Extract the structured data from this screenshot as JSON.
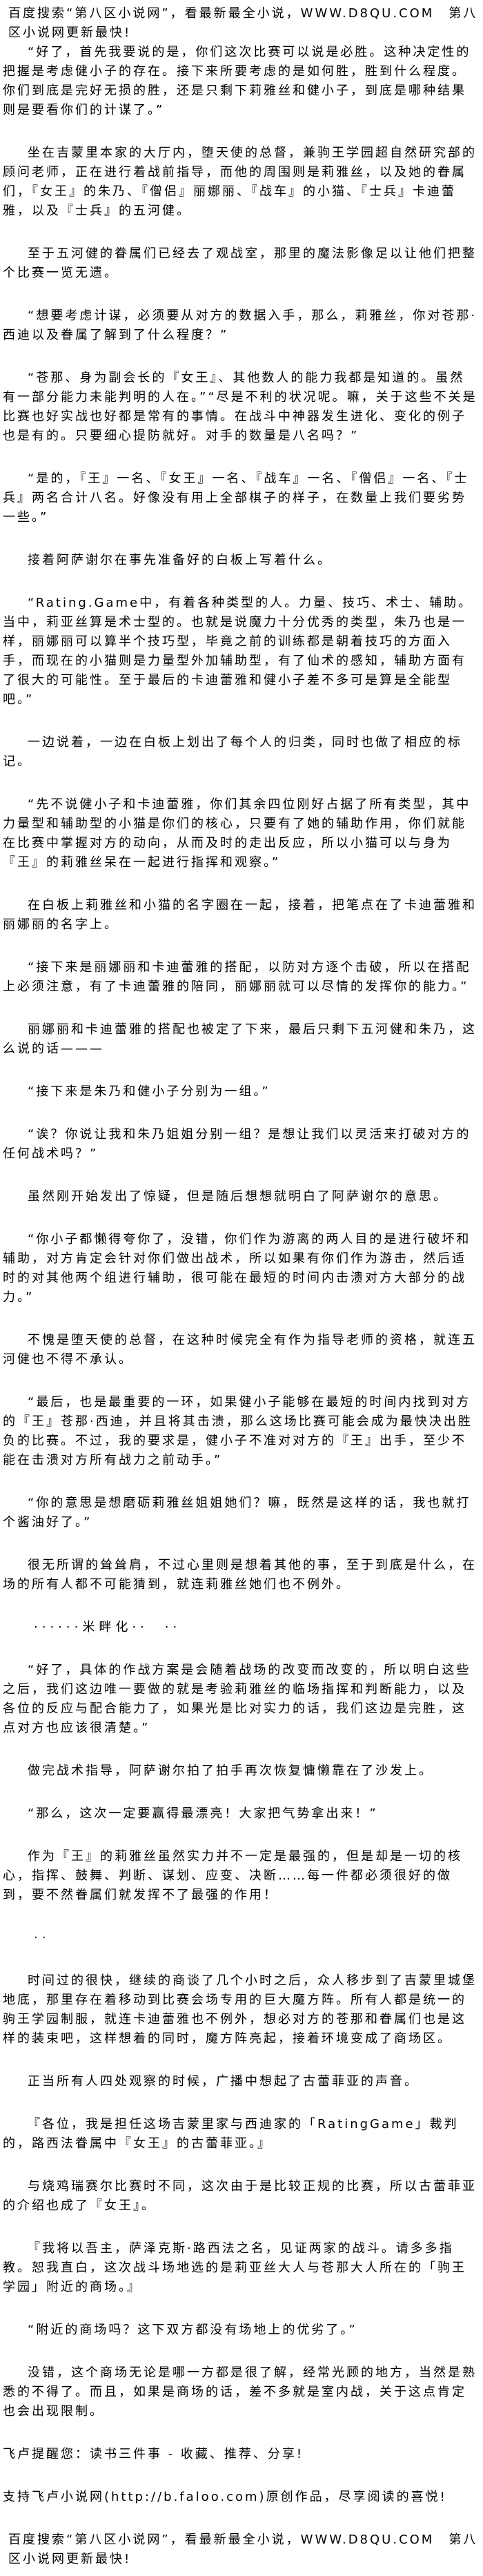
{
  "header_banner": "百度搜索“第八区小说网”，看最新最全小说，WWW.D8QU.COM　第八区小说网更新最快!",
  "paragraphs": [
    "“好了，首先我要说的是，你们这次比赛可以说是必胜。这种决定性的把握是考虑健小子的存在。接下来所要考虑的是如何胜，胜到什么程度。你们到底是完好无损的胜，还是只剩下莉雅丝和健小子，到底是哪种结果则是要看你们的计谋了。”",
    "坐在吉蒙里本家的大厅内，堕天使的总督，兼驹王学园超自然研究部的顾问老师，正在进行着战前指导，而他的周围则是莉雅丝，以及她的眷属们，『女王』的朱乃、『僧侣』丽娜丽、『战车』的小猫、『士兵』卡迪蕾雅，以及『士兵』的五河健。",
    "至于五河健的眷属们已经去了观战室，那里的魔法影像足以让他们把整个比赛一览无遗。",
    "“想要考虑计谋，必须要从对方的数据入手，那么，莉雅丝，你对苍那·西迪以及眷属了解到了什么程度？”",
    "“苍那、身为副会长的『女王』、其他数人的能力我都是知道的。虽然有一部分能力未能判明的人在。”“尽是不利的状况呢。嘛，关于这些不关是比赛也好实战也好都是常有的事情。在战斗中神器发生进化、变化的例子也是有的。只要细心提防就好。对手的数量是八名吗？”",
    "“是的，『王』一名、『女王』一名、『战车』一名、『僧侣』一名、『士兵』两名合计八名。好像没有用上全部棋子的样子，在数量上我们要劣势一些。”",
    "接着阿萨谢尔在事先准备好的白板上写着什么。",
    "“Rating.Game中，有着各种类型的人。力量、技巧、术士、辅助。当中，莉亚丝算是术士型的。也就是说魔力十分优秀的类型，朱乃也是一样，丽娜丽可以算半个技巧型，毕竟之前的训练都是朝着技巧的方面入手，而现在的小猫则是力量型外加辅助型，有了仙术的感知，辅助方面有了很大的可能性。至于最后的卡迪蕾雅和健小子差不多可是算是全能型吧。”",
    "一边说着，一边在白板上划出了每个人的归类，同时也做了相应的标记。",
    "“先不说健小子和卡迪蕾雅，你们其余四位刚好占据了所有类型，其中力量型和辅助型的小猫是你们的核心，只要有了她的辅助作用，你们就能在比赛中掌握对方的动向，从而及时的走出反应，所以小猫可以与身为『王』的莉雅丝呆在一起进行指挥和观察。”",
    "在白板上莉雅丝和小猫的名字圈在一起，接着，把笔点在了卡迪蕾雅和丽娜丽的名字上。",
    "“接下来是丽娜丽和卡迪蕾雅的搭配，以防对方逐个击破，所以在搭配上必须注意，有了卡迪蕾雅的陪同，丽娜丽就可以尽情的发挥你的能力。”",
    "丽娜丽和卡迪蕾雅的搭配也被定了下来，最后只剩下五河健和朱乃，这么说的话———",
    "“接下来是朱乃和健小子分别为一组。”",
    "“诶？你说让我和朱乃姐姐分别一组？是想让我们以灵活来打破对方的任何战术吗？”",
    "虽然刚开始发出了惊疑，但是随后想想就明白了阿萨谢尔的意思。",
    "“你小子都懒得夸你了，没错，你们作为游离的两人目的是进行破坏和辅助，对方肯定会针对你们做出战术，所以如果有你们作为游击，然后适时的对其他两个组进行辅助，很可能在最短的时间内击溃对方大部分的战力。”",
    "不愧是堕天使的总督，在这种时候完全有作为指导老师的资格，就连五河健也不得不承认。",
    "“最后，也是最重要的一环，如果健小子能够在最短的时间内找到对方的『王』苍那·西迪，并且将其击溃，那么这场比赛可能会成为最快决出胜负的比赛。不过，我的要求是，健小子不准对对方的『王』出手，至少不能在击溃对方所有战力之前动手。”",
    "“你的意思是想磨砺莉雅丝姐姐她们？嘛，既然是这样的话，我也就打个酱油好了。”",
    "很无所谓的耸耸肩，不过心里则是想着其他的事，至于到底是什么，在场的所有人都不可能猜到，就连莉雅丝她们也不例外。",
    "······米畔化··　··",
    "“好了，具体的作战方案是会随着战场的改变而改变的，所以明白这些之后，我们这边唯一要做的就是考验莉雅丝的临场指挥和判断能力，以及各位的反应与配合能力了，如果光是比对实力的话，我们这边是完胜，这点对方也应该很清楚。”",
    "做完战术指导，阿萨谢尔拍了拍手再次恢复慵懒靠在了沙发上。",
    "“那么，这次一定要赢得最漂亮！大家把气势拿出来！”",
    "作为『王』的莉雅丝虽然实力并不一定是最强的，但是却是一切的核心，指挥、鼓舞、判断、谋划、应变、决断……每一件都必须很好的做到，要不然眷属们就发挥不了最强的作用！",
    "··",
    "时间过的很快，继续的商谈了几个小时之后，众人移步到了吉蒙里城堡地底，那里存在着移动到比赛会场专用的巨大魔方阵。所有人都是统一的驹王学园制服，就连卡迪蕾雅也不例外，想必对方的苍那和眷属们也是这样的装束吧，这样想着的同时，魔方阵亮起，接着环境变成了商场区。",
    "正当所有人四处观察的时候，广播中想起了古蕾菲亚的声音。",
    "『各位，我是担任这场吉蒙里家与西迪家的「RatingGame」裁判的，路西法眷属中『女王』的古蕾菲亚。』",
    "与烧鸡瑞赛尔比赛时不同，这次由于是比较正规的比赛，所以古蕾菲亚的介绍也成了『女王』。",
    "『我将以吾主，萨泽克斯·路西法之名，见证两家的战斗。请多多指教。恕我直白，这次战斗场地选的是莉亚丝大人与苍那大人所在的「驹王学园」附近的商场。』",
    "“附近的商场吗？这下双方都没有场地上的优劣了。”",
    "没错，这个商场无论是哪一方都是很了解，经常光顾的地方，当然是熟悉的不得了。而且，如果是商场的话，差不多就是室内战，关于这点肯定也会出现限制。"
  ],
  "footer_notes": [
    "飞卢提醒您：读书三件事 - 收藏、推荐、分享!",
    "支持飞卢小说网(http://b.faloo.com)原创作品，尽享阅读的喜悦!"
  ],
  "footer_banner": "百度搜索“第八区小说网”，看最新最全小说，WWW.D8QU.COM　第八区小说网更新最快!"
}
